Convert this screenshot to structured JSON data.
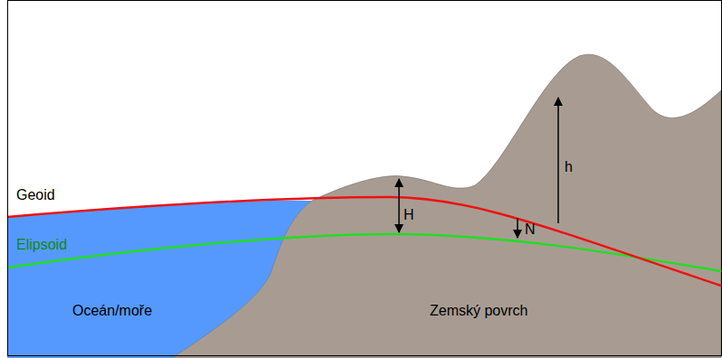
{
  "diagram": {
    "labels": [
      "Geoid",
      "Elipsoid",
      "Oceán/moře",
      "Zemský povrch",
      "H",
      "N",
      "h"
    ]
  }
}
